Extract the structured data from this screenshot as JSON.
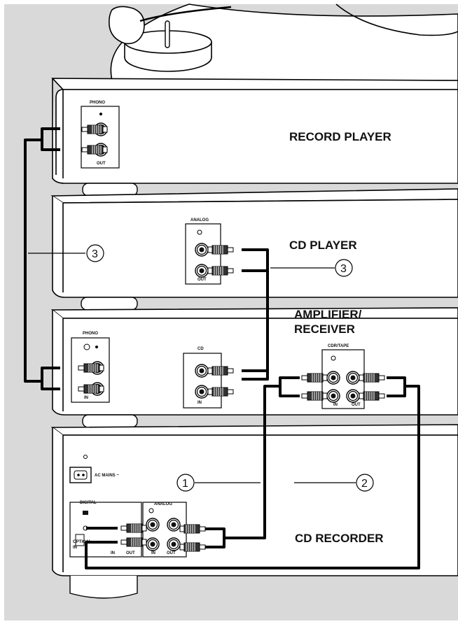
{
  "devices": {
    "record_player": "RECORD PLAYER",
    "cd_player": "CD PLAYER",
    "amplifier_line1": "AMPLIFIER/",
    "amplifier_line2": "RECEIVER",
    "cd_recorder": "CD RECORDER"
  },
  "panels": {
    "phono": "PHONO",
    "analog": "ANALOG",
    "cd": "CD",
    "cdr_tape": "CDR/TAPE",
    "digital": "DIGITAL",
    "ac_mains": "AC MAINS ~",
    "optical_in_line1": "OPTICAL",
    "optical_in_line2": "IN"
  },
  "ports": {
    "in": "IN",
    "out": "OUT"
  },
  "callouts": {
    "one": "1",
    "two": "2",
    "three": "3"
  },
  "colors": {
    "background": "#d9d9d9",
    "device": "#ffffff",
    "line": "#000000"
  }
}
